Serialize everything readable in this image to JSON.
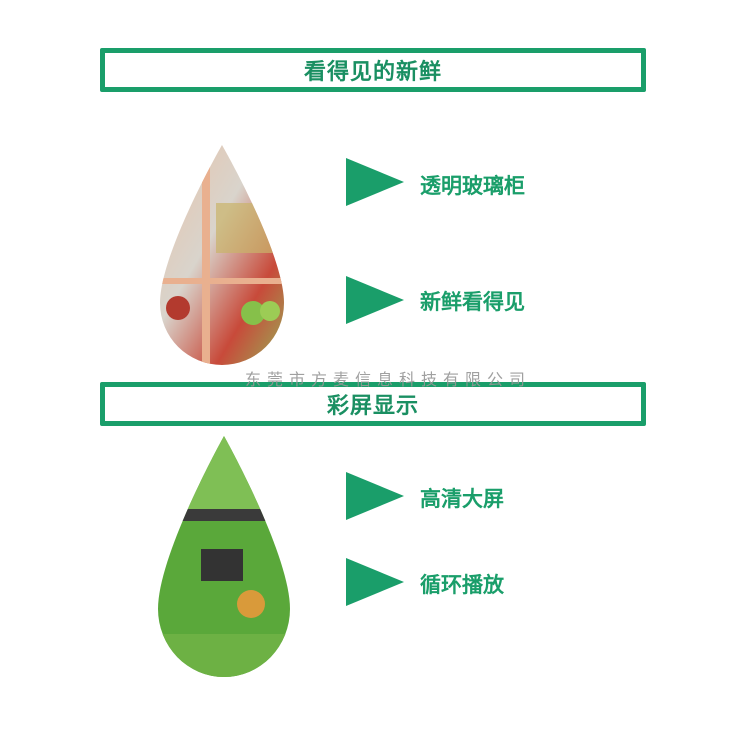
{
  "section1": {
    "title": "看得见的新鲜",
    "features": [
      "透明玻璃柜",
      "新鲜看得见"
    ]
  },
  "section2": {
    "title": "彩屏显示",
    "features": [
      "高清大屏",
      "循环播放"
    ]
  },
  "watermark": "东莞市方麦信息科技有限公司",
  "colors": {
    "accent": "#1a9e6a"
  }
}
